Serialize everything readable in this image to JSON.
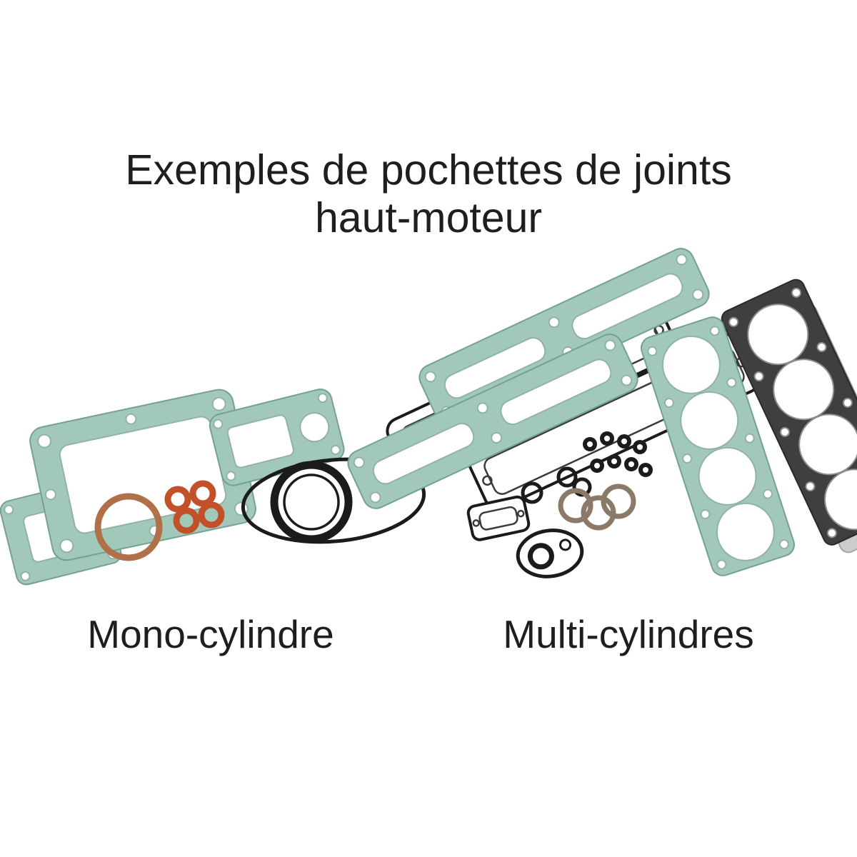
{
  "title": {
    "line1": "Exemples de pochettes de joints",
    "line2": "haut-moteur"
  },
  "captions": {
    "left": "Mono-cylindre",
    "right": "Multi-cylindres"
  },
  "colors": {
    "background": "#ffffff",
    "text": "#1e1e1e",
    "teal": "#a2c8b9",
    "teal-dark": "#74a191",
    "hole-stroke": "#90b3a6",
    "copper": "#b0714a",
    "orange": "#c2512a",
    "black": "#1b1b1b",
    "dark-gasket": "#3f3f41",
    "light-gasket": "#cccccc",
    "metal": "#8c7a68"
  }
}
